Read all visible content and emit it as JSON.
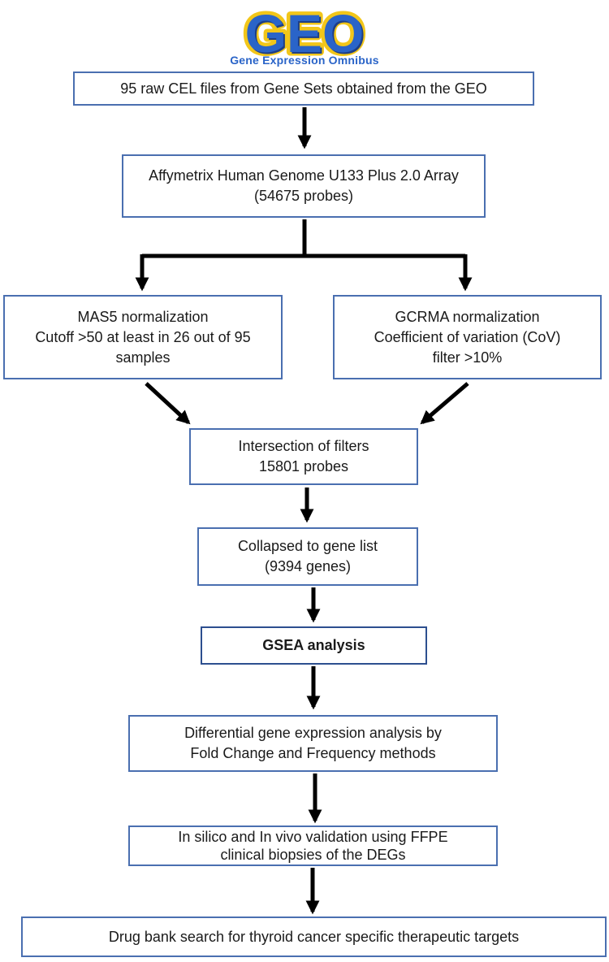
{
  "logo": {
    "wordmark": "GEO",
    "caption": "Gene Expression Omnibus",
    "colors": {
      "blue": "#2a64c8",
      "gold": "#f2c619",
      "shadow": "#1e3f86"
    }
  },
  "colors": {
    "box_border": "#4a6fb0",
    "arrow": "#000000"
  },
  "boxes": {
    "raw_files": {
      "lines": [
        "95 raw CEL files from Gene Sets obtained from the GEO"
      ]
    },
    "array": {
      "lines": [
        "Affymetrix Human Genome U133 Plus 2.0 Array",
        "(54675 probes)"
      ]
    },
    "mas5": {
      "lines": [
        "MAS5 normalization",
        "Cutoff >50 at least in 26 out of 95",
        "samples"
      ]
    },
    "gcrma": {
      "lines": [
        "GCRMA normalization",
        "Coefficient of variation (CoV)",
        "filter >10%"
      ]
    },
    "intersection": {
      "lines": [
        "Intersection of filters",
        "15801 probes"
      ]
    },
    "collapsed": {
      "lines": [
        "Collapsed to gene list",
        "(9394 genes)"
      ]
    },
    "gsea": {
      "lines": [
        "GSEA analysis"
      ]
    },
    "differential": {
      "lines": [
        "Differential gene expression analysis by",
        "Fold Change and Frequency methods"
      ]
    },
    "validation": {
      "lines": [
        "In silico and In vivo validation using FFPE",
        "clinical biopsies of the DEGs"
      ]
    },
    "drugbank": {
      "lines": [
        "Drug bank search for thyroid cancer specific therapeutic targets"
      ]
    }
  }
}
